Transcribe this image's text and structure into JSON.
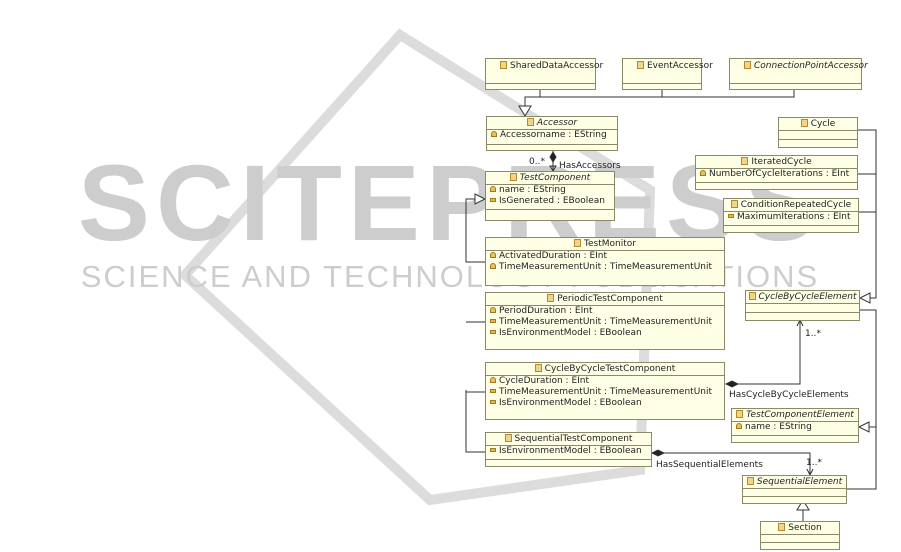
{
  "watermark": {
    "big": "SCITEPRESS",
    "small": "SCIENCE AND TECHNOLOGY PUBLICATIONS"
  },
  "classes": {
    "sharedDataAccessor": {
      "name": "SharedDataAccessor"
    },
    "eventAccessor": {
      "name": "EventAccessor"
    },
    "connectionPointAccessor": {
      "name": "ConnectionPointAccessor"
    },
    "accessor": {
      "name": "Accessor",
      "attrs": [
        "Accessorname : EString"
      ]
    },
    "testComponent": {
      "name": "TestComponent",
      "attrs": [
        "name : EString",
        "IsGenerated : EBoolean"
      ]
    },
    "testMonitor": {
      "name": "TestMonitor",
      "attrs": [
        "ActivatedDuration : EInt",
        "TimeMeasurementUnit : TimeMeasurementUnit"
      ]
    },
    "periodicTestComponent": {
      "name": "PeriodicTestComponent",
      "attrs": [
        "PeriodDuration : EInt",
        "TimeMeasurementUnit : TimeMeasurementUnit",
        "IsEnvironmentModel : EBoolean"
      ]
    },
    "cycleByCycleTestComponent": {
      "name": "CycleByCycleTestComponent",
      "attrs": [
        "CycleDuration : EInt",
        "TimeMeasurementUnit : TimeMeasurementUnit",
        "IsEnvironmentModel : EBoolean"
      ]
    },
    "sequentialTestComponent": {
      "name": "SequentialTestComponent",
      "attrs": [
        "IsEnvironmentModel : EBoolean"
      ]
    },
    "cycle": {
      "name": "Cycle"
    },
    "iteratedCycle": {
      "name": "IteratedCycle",
      "attrs": [
        "NumberOfCycleIterations : EInt"
      ]
    },
    "conditionRepeatedCycle": {
      "name": "ConditionRepeatedCycle",
      "attrs": [
        "MaximumIterations : EInt"
      ]
    },
    "cycleByCycleElement": {
      "name": "CycleByCycleElement"
    },
    "testComponentElement": {
      "name": "TestComponentElement",
      "attrs": [
        "name : EString"
      ]
    },
    "sequentialElement": {
      "name": "SequentialElement"
    },
    "section": {
      "name": "Section"
    }
  },
  "labels": {
    "hasAccessors": "HasAccessors",
    "hasAccessorsMult": "0..*",
    "hasCycleByCycleElements": "HasCycleByCycleElements",
    "hasCycleByCycleMult": "1..*",
    "hasSequentialElements": "HasSequentialElements",
    "hasSequentialMult": "1..*"
  },
  "colors": {
    "box_fill": "#ffffe6",
    "box_border": "#8a8a6a",
    "watermark": "#c8c8c8"
  }
}
